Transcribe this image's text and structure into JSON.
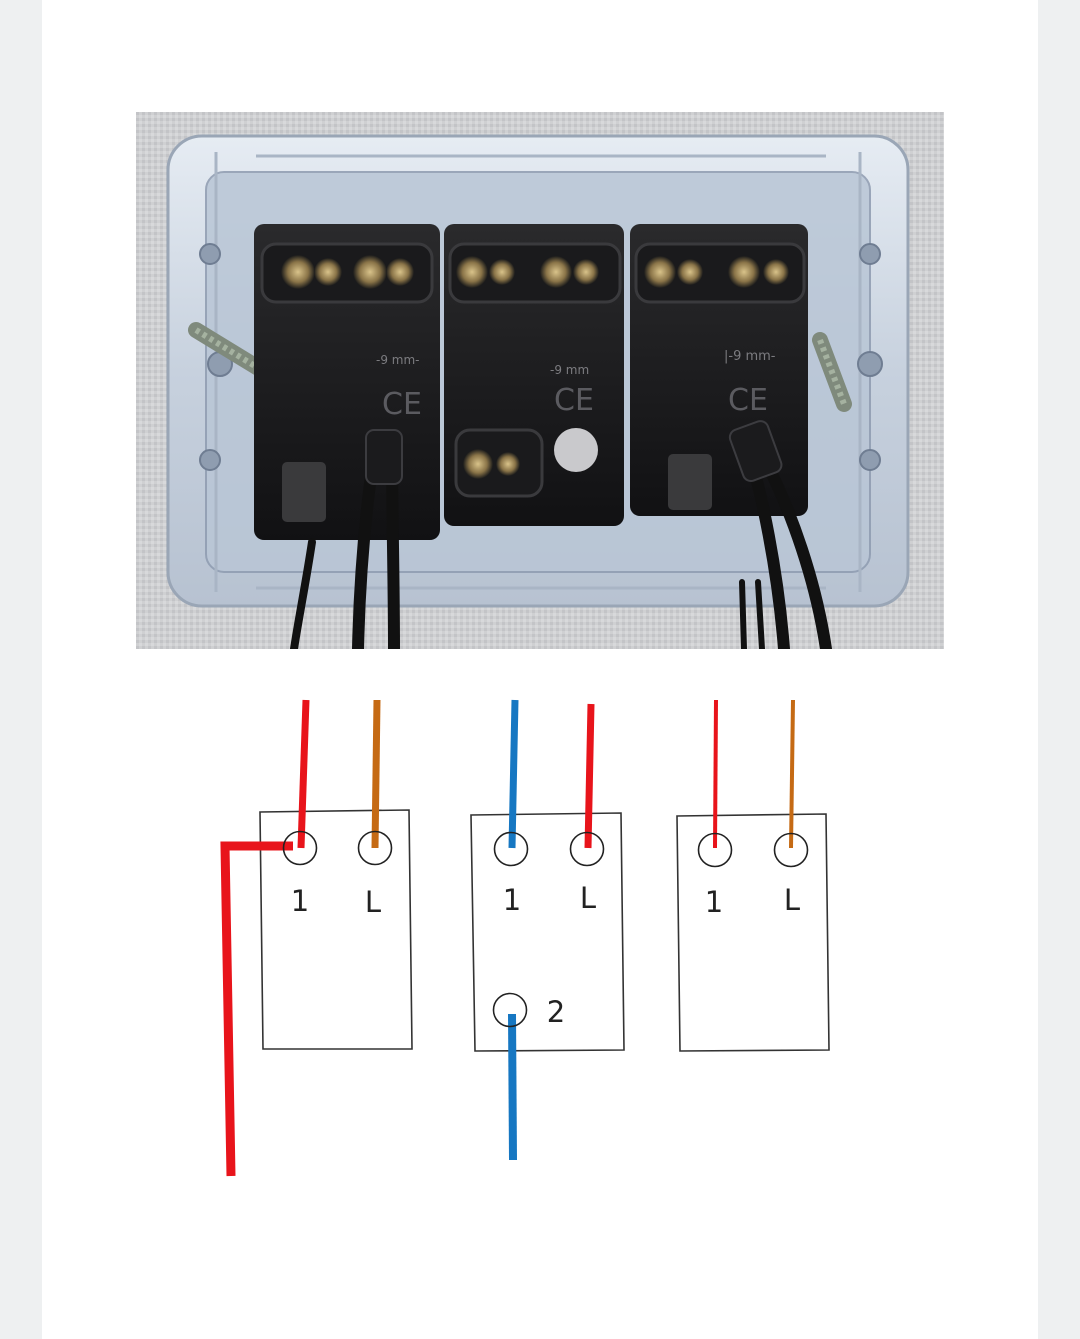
{
  "photo": {
    "marking_left": "-9 mm-",
    "marking_right": "|-9 mm-",
    "marking_center": "-9 mm",
    "ce_mark": "CE"
  },
  "switches": [
    {
      "terminals": [
        {
          "label": "1"
        },
        {
          "label": "L"
        }
      ]
    },
    {
      "terminals": [
        {
          "label": "1"
        },
        {
          "label": "L"
        },
        {
          "label": "2"
        }
      ]
    },
    {
      "terminals": [
        {
          "label": "1"
        },
        {
          "label": "L"
        }
      ]
    }
  ],
  "colors": {
    "phase": "#e8141b",
    "live_feed": "#c56a14",
    "return": "#1677c2",
    "background": "#eef0f1",
    "sheet": "#ffffff"
  },
  "wires": [
    {
      "id": "sw1-term1",
      "color_role": "phase"
    },
    {
      "id": "sw1-termL",
      "color_role": "live_feed"
    },
    {
      "id": "sw1-jumper-out",
      "color_role": "phase"
    },
    {
      "id": "sw2-term1",
      "color_role": "return"
    },
    {
      "id": "sw2-termL",
      "color_role": "phase"
    },
    {
      "id": "sw2-term2",
      "color_role": "return"
    },
    {
      "id": "sw3-term1",
      "color_role": "phase"
    },
    {
      "id": "sw3-termL",
      "color_role": "live_feed"
    }
  ]
}
